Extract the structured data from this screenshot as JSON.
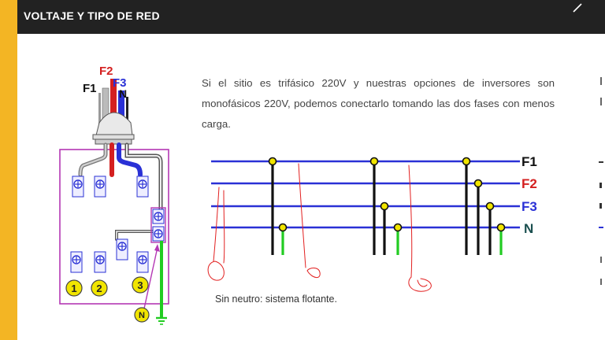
{
  "header": {
    "title": "VOLTAJE Y TIPO DE RED",
    "pen_icon": "pen-icon"
  },
  "text": {
    "paragraph": "Si el sitio es trifásico 220V y nuestras opciones de inversores son monofásicos 220V, podemos conectarlo tomando las dos fases con menos carga.",
    "caption": "Sin neutro: sistema flotante."
  },
  "wiring": {
    "labels": {
      "f1": "F1",
      "f2": "F2",
      "f3": "F3",
      "n": "N"
    },
    "circles": [
      "1",
      "2",
      "3"
    ],
    "neutral_tag": "N"
  },
  "bus": {
    "labels": [
      "F1",
      "F2",
      "F3",
      "N"
    ]
  },
  "colors": {
    "header_bg": "#222222",
    "accent": "#f3b524",
    "bus_line": "#2a31d6",
    "f1": "#111111",
    "f2": "#d42020",
    "f3": "#2a31d6",
    "n": "#1a4f4f",
    "enclosure": "#b437b4",
    "ground": "#22cc22",
    "node": "#f1e500",
    "annotation": "#e22020"
  }
}
